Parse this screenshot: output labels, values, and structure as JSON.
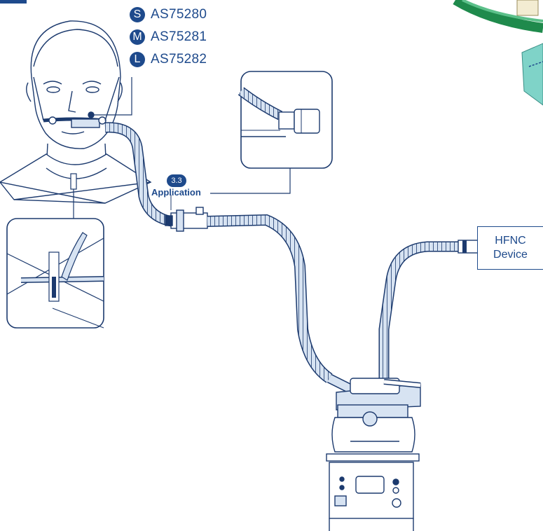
{
  "sizes": [
    {
      "letter": "S",
      "code": "AS75280"
    },
    {
      "letter": "M",
      "code": "AS75281"
    },
    {
      "letter": "L",
      "code": "AS75282"
    }
  ],
  "callout": {
    "step": "3.3",
    "label": "Application"
  },
  "device": {
    "line1": "HFNC",
    "line2": "Device"
  },
  "colors": {
    "brand": "#1e4a8c",
    "outline": "#1c3a6e",
    "tube_fill": "#d7e3f2",
    "teal": "#7fd3c8",
    "green": "#1f8a4c"
  }
}
